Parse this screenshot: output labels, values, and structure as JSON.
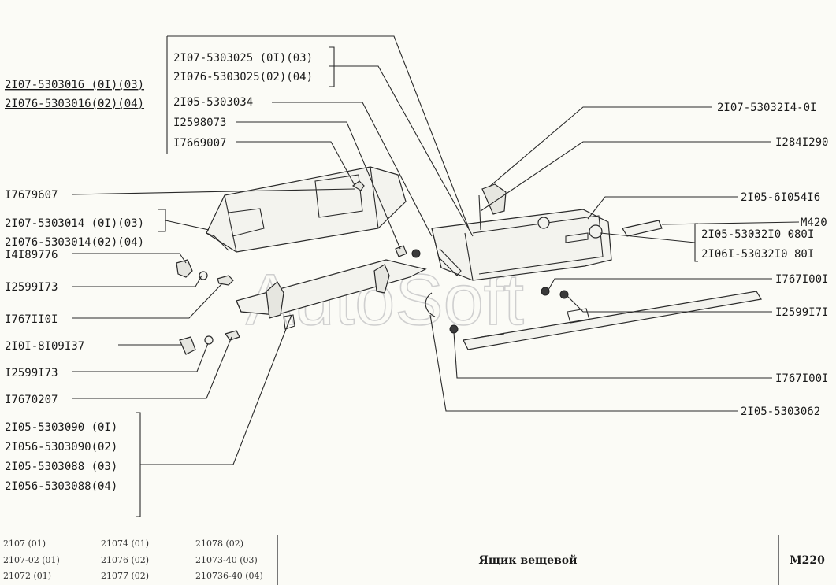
{
  "labels": {
    "l1": "2I07-5303025 (0I)(03)",
    "l2": "2I076-5303025(02)(04)",
    "l3": "2I05-5303034",
    "l4": "I2598073",
    "l5": "I7669007",
    "l6": "2I07-5303016 (0I)(03)",
    "l7": "2I076-5303016(02)(04)",
    "l8": "I7679607",
    "l9": "2I07-5303014 (0I)(03)",
    "l10": "2I076-5303014(02)(04)",
    "l11": "I4I89776",
    "l12": "I2599I73",
    "l13": "I767II0I",
    "l14": "2I0I-8I09I37",
    "l15": "I2599I73",
    "l16": "I7670207",
    "l17": "2I05-5303090 (0I)",
    "l18": "2I056-5303090(02)",
    "l19": "2I05-5303088 (03)",
    "l20": "2I056-5303088(04)",
    "r1": "2I07-53032I4-0I",
    "r2": "I284I290",
    "r3": "2I05-6I054I6",
    "r4": "M420",
    "r5": "2I05-53032I0 080I",
    "r6": "2I06I-53032I0 80I",
    "r7": "I767I00I",
    "r8": "I2599I7I",
    "r9": "I767I00I",
    "r10": "2I05-5303062"
  },
  "watermark": "AutoSoft",
  "footer": {
    "models": [
      [
        "2107 (01)",
        "21074 (01)",
        "21078 (02)"
      ],
      [
        "2107-02 (01)",
        "21076 (02)",
        "21073-40 (03)"
      ],
      [
        "21072 (01)",
        "21077 (02)",
        "210736-40 (04)"
      ]
    ],
    "title": "Ящик вещевой",
    "code": "M220"
  }
}
